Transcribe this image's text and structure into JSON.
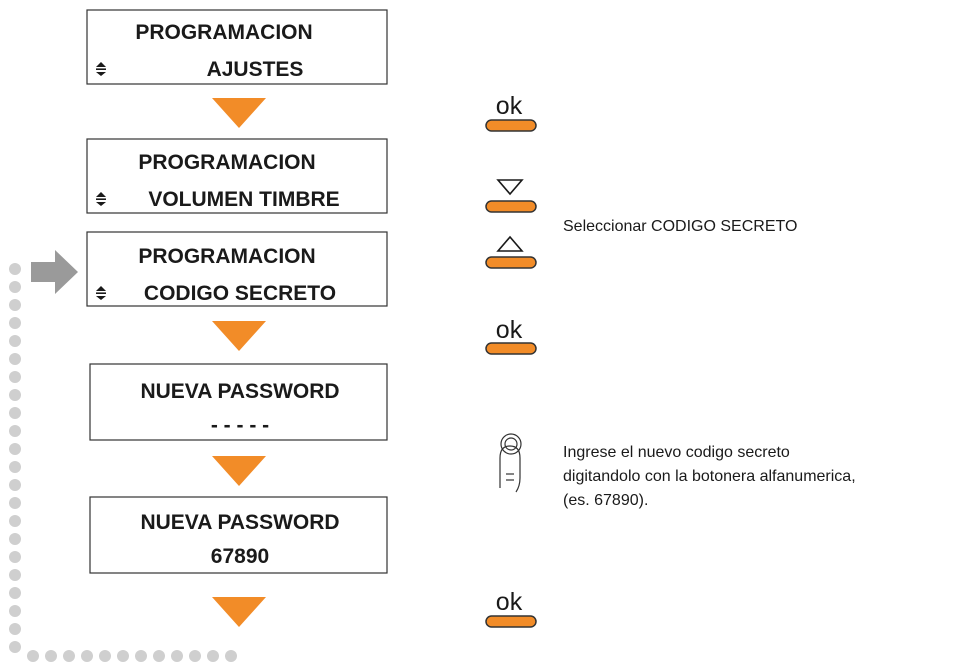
{
  "colors": {
    "accent": "#f28c28",
    "dots": "#cfcfcf",
    "arrow_gray": "#9a9a9a",
    "line": "#333333"
  },
  "screens": [
    {
      "line1": "PROGRAMACION",
      "line2": "AJUSTES",
      "has_scroll_icon": true
    },
    {
      "line1": "PROGRAMACION",
      "line2": "VOLUMEN TIMBRE",
      "has_scroll_icon": true
    },
    {
      "line1": "PROGRAMACION",
      "line2": "CODIGO SECRETO",
      "has_scroll_icon": true
    },
    {
      "line1": "NUEVA PASSWORD",
      "line2": "- - - - -",
      "has_scroll_icon": false
    },
    {
      "line1": "NUEVA PASSWORD",
      "line2": "67890",
      "has_scroll_icon": false
    }
  ],
  "keys": {
    "ok_label": "ok"
  },
  "notes": {
    "select": "Seleccionar CODIGO SECRETO",
    "enter_line1": "Ingrese el nuevo codigo secreto",
    "enter_line2": "digitandolo con la botonera alfanumerica,",
    "enter_line3": "(es. 67890)."
  },
  "icons": {
    "scroll": "up-down-scroll-icon",
    "finger": "finger-press-icon",
    "down": "triangle-down-icon",
    "up": "triangle-up-icon",
    "flow": "orange-down-arrow-icon",
    "return": "gray-right-arrow-icon"
  }
}
